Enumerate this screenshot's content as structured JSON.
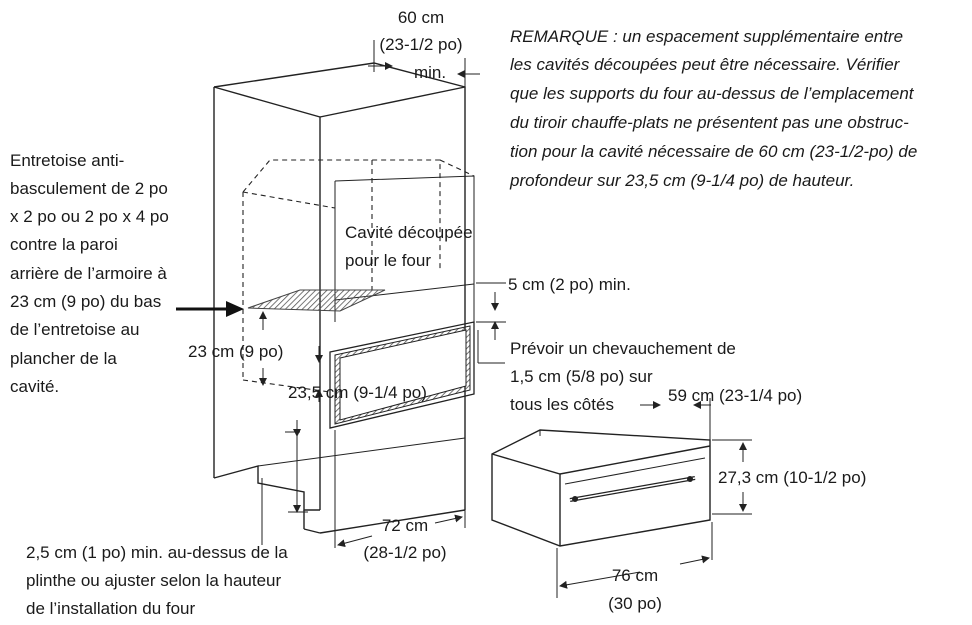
{
  "labels": {
    "top_width": [
      "60 cm",
      "(23-1/2 po)",
      "min."
    ],
    "note": [
      "REMARQUE : un espacement supplémentaire entre",
      "les cavités découpées peut être nécessaire. Vérifier",
      "que les supports du four au-dessus de l’emplacement",
      "du tiroir chauffe-plats ne présentent pas une obstruc-",
      "tion pour la cavité nécessaire de 60 cm (23-1/2-po) de",
      "profondeur sur 23,5 cm (9-1/4 po) de hauteur."
    ],
    "anti_tip": [
      "Entretoise anti-",
      "basculement de 2 po",
      "x 2 po ou 2 po x 4 po",
      "contre la paroi",
      "arrière de l’armoire à",
      "23 cm (9 po) du bas",
      "de l’entretoise au",
      "plancher de la",
      "cavité."
    ],
    "cavity": [
      "Cavité découpée",
      "pour le four"
    ],
    "gap": "5 cm (2 po) min.",
    "overlap": [
      "Prévoir un chevauchement de",
      "1,5 cm (5/8 po) sur",
      "tous les côtés"
    ],
    "h23": "23 cm (9 po)",
    "h235": "23,5 cm (9-1/4 po)",
    "w72": [
      "72 cm",
      "(28-1/2 po)"
    ],
    "plinth": [
      "2,5 cm (1 po) min. au-dessus de la",
      "plinthe ou ajuster selon la hauteur",
      "de l’installation du four"
    ],
    "d59": "59 cm (23-1/4 po)",
    "h273": "27,3 cm (10-1/2 po)",
    "w76": [
      "76 cm",
      "(30 po)"
    ]
  }
}
